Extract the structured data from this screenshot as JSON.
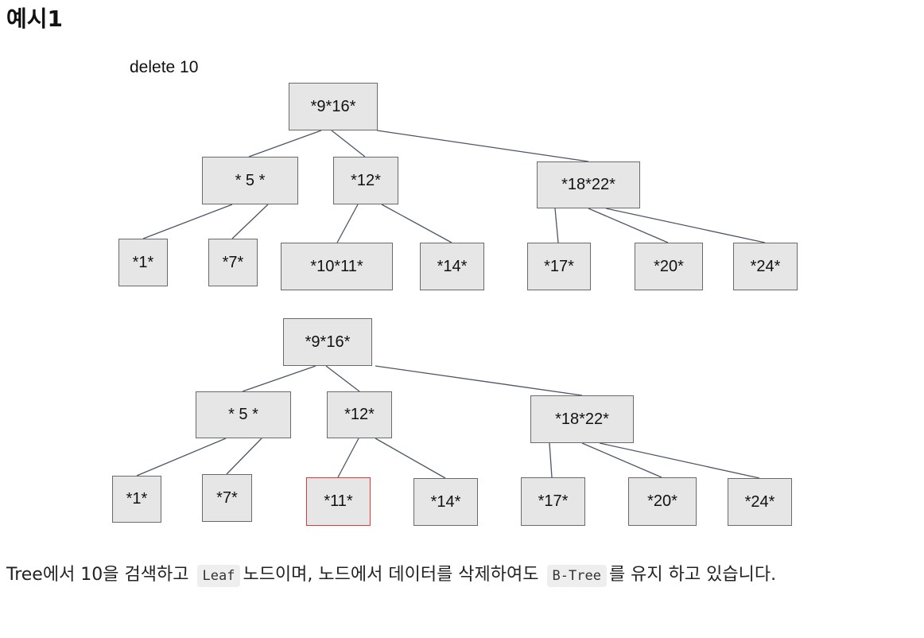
{
  "heading": "예시1",
  "diagram": {
    "caption": "delete 10",
    "before": {
      "root": "*9*16*",
      "level1": [
        "* 5 *",
        "*12*",
        "*18*22*"
      ],
      "leaves": [
        "*1*",
        "*7*",
        "*10*11*",
        "*14*",
        "*17*",
        "*20*",
        "*24*"
      ]
    },
    "after": {
      "root": "*9*16*",
      "level1": [
        "* 5 *",
        "*12*",
        "*18*22*"
      ],
      "leaves": [
        "*1*",
        "*7*",
        "*11*",
        "*14*",
        "*17*",
        "*20*",
        "*24*"
      ]
    },
    "colors": {
      "node_fill": "#e6e6e6",
      "node_border": "#6a6a6a",
      "highlight_border": "#e0383b",
      "edge": "#4a5566"
    }
  },
  "paragraph": {
    "part1": "Tree에서 10을 검색하고",
    "code1": "Leaf",
    "part2": "노드이며, 노드에서 데이터를 삭제하여도",
    "code2": "B-Tree",
    "part3": "를 유지 하고 있습니다."
  }
}
